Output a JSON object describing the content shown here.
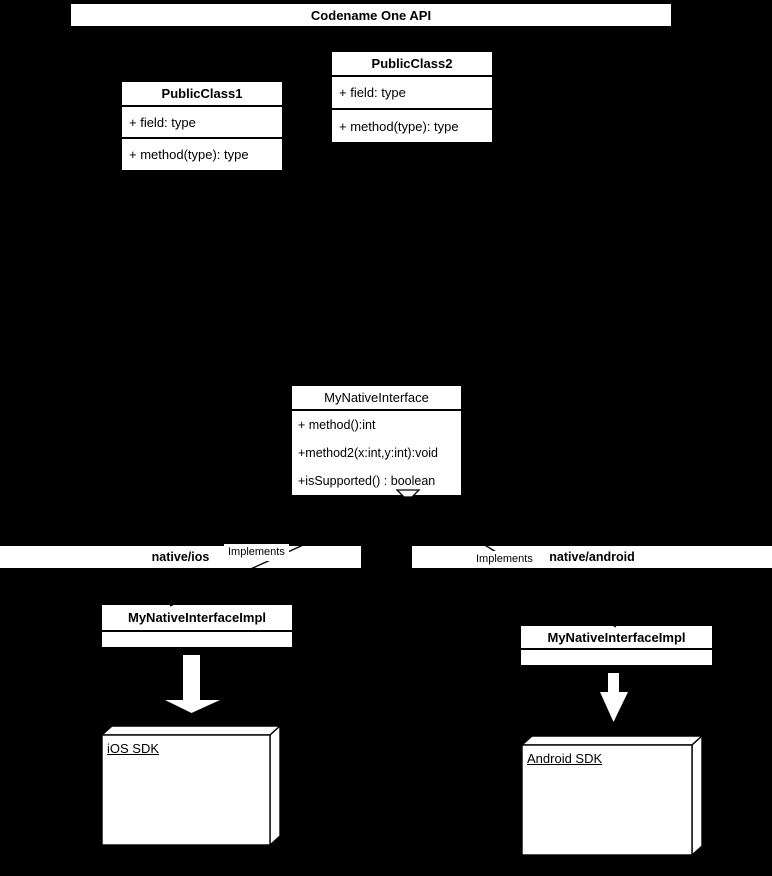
{
  "diagram": {
    "api_banner": "Codename One API",
    "classes": [
      {
        "title": "PublicClass1",
        "rows": [
          "+ field: type",
          "+ method(type): type"
        ]
      },
      {
        "title": "PublicClass2",
        "rows": [
          "+ field: type",
          "+ method(type): type"
        ]
      }
    ],
    "interface": {
      "title": "MyNativeInterface",
      "methods": [
        "+ method():int",
        "+method2(x:int,y:int):void",
        "+isSupported() : boolean"
      ]
    },
    "packages": [
      {
        "name": "native/ios",
        "implements_label": "Implements",
        "impl_class": "MyNativeInterfaceImpl",
        "sdk": "iOS SDK"
      },
      {
        "name": "native/android",
        "implements_label": "Implements",
        "impl_class": "MyNativeInterfaceImpl",
        "sdk": "Android SDK"
      }
    ],
    "colors": {
      "background": "#000000",
      "box_fill": "#ffffff",
      "line": "#000000",
      "text": "#000000"
    }
  }
}
